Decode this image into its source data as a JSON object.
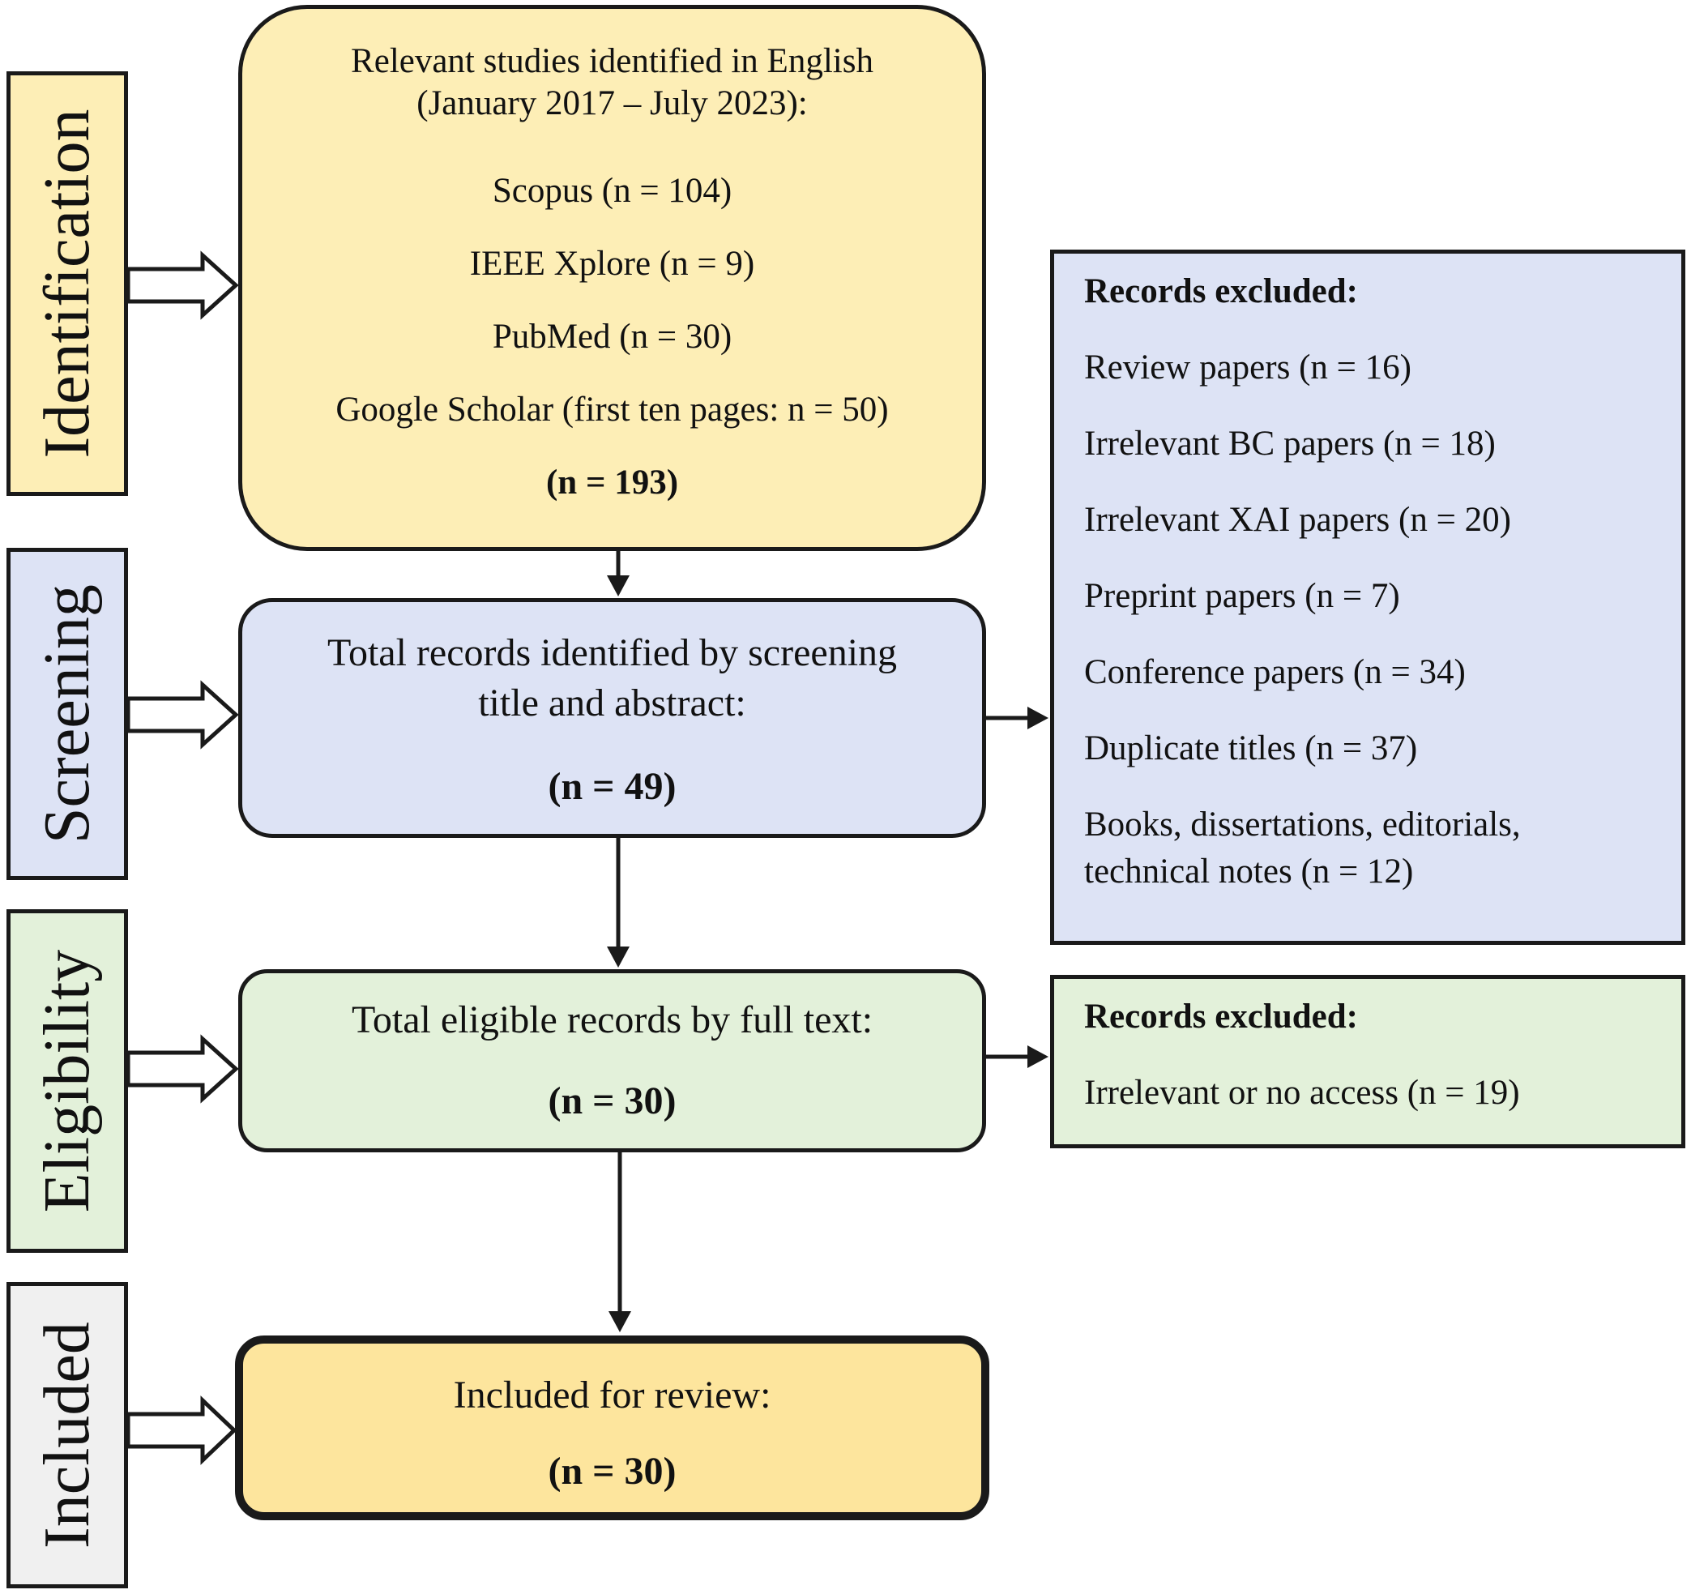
{
  "stages": {
    "identification": "Identification",
    "screening": "Screening",
    "eligibility": "Eligibility",
    "included": "Included"
  },
  "identification_box": {
    "heading_line1": "Relevant studies identified in English",
    "heading_line2": "(January 2017 – July 2023):",
    "sources": [
      "Scopus (n = 104)",
      "IEEE Xplore (n = 9)",
      "PubMed (n = 30)",
      "Google Scholar (first ten pages: n = 50)"
    ],
    "total": "(n = 193)"
  },
  "screening_box": {
    "line1": "Total records identified by screening",
    "line2": "title and abstract:",
    "total": "(n = 49)"
  },
  "eligibility_box": {
    "line1": "Total eligible records by full text:",
    "total": "(n = 30)"
  },
  "included_box": {
    "line1": "Included for review:",
    "total": "(n = 30)"
  },
  "screening_exclusions": {
    "title": "Records excluded:",
    "items": [
      "Review papers (n = 16)",
      "Irrelevant BC papers (n = 18)",
      "Irrelevant XAI papers (n = 20)",
      "Preprint papers (n = 7)",
      "Conference papers (n = 34)",
      "Duplicate titles (n = 37)",
      "Books, dissertations, editorials,",
      "technical notes (n = 12)"
    ]
  },
  "eligibility_exclusions": {
    "title": "Records excluded:",
    "items": [
      "Irrelevant or no access (n = 19)"
    ]
  },
  "colors": {
    "yellow": "#fdeeb6",
    "blue": "#dde3f5",
    "green": "#e3f1da",
    "gray": "#f0f0f0",
    "included": "#fde59d",
    "stroke": "#1a1a1a"
  }
}
